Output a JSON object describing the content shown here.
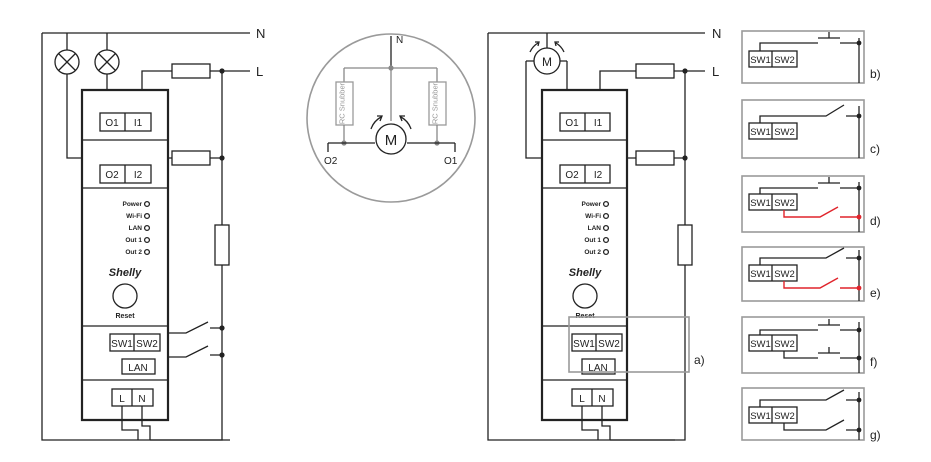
{
  "labels": {
    "neutral": "N",
    "line": "L",
    "o1": "O1",
    "i1": "I1",
    "o2": "O2",
    "i2": "I2",
    "sw1": "SW1",
    "sw2": "SW2",
    "lan": "LAN",
    "term_l": "L",
    "term_n": "N",
    "brand": "Shelly",
    "reset": "Reset",
    "motor": "M",
    "snubber": "RC Snubber"
  },
  "status_leds": [
    "Power",
    "Wi-Fi",
    "LAN",
    "Out 1",
    "Out 2"
  ],
  "variants": [
    "a)",
    "b)",
    "c)",
    "d)",
    "e)",
    "f)",
    "g)"
  ],
  "colors": {
    "wire": "#222222",
    "highlight": "#e0242b",
    "frame": "#9a9a9a"
  }
}
